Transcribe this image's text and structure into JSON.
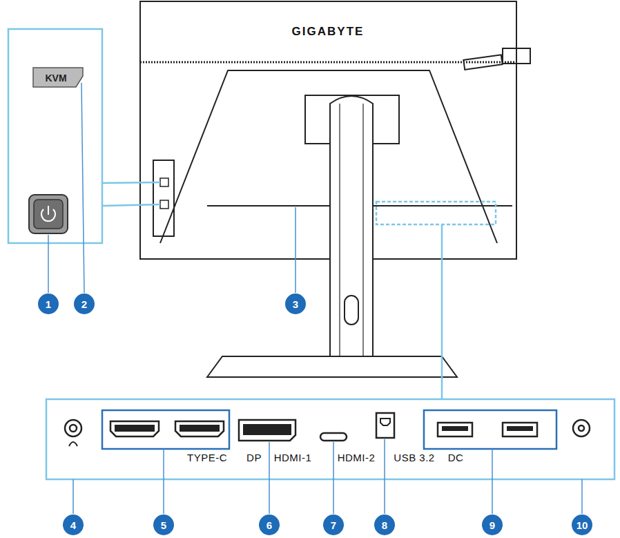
{
  "diagram": {
    "labels": [
      "GIGABYTE",
      "KVM",
      "TYPE-C",
      "DP",
      "HDMI-1",
      "HDMI-2",
      "USB 3.2",
      "DC",
      "1",
      "2",
      "3",
      "4",
      "5",
      "6",
      "7",
      "8",
      "9",
      "10"
    ]
  }
}
